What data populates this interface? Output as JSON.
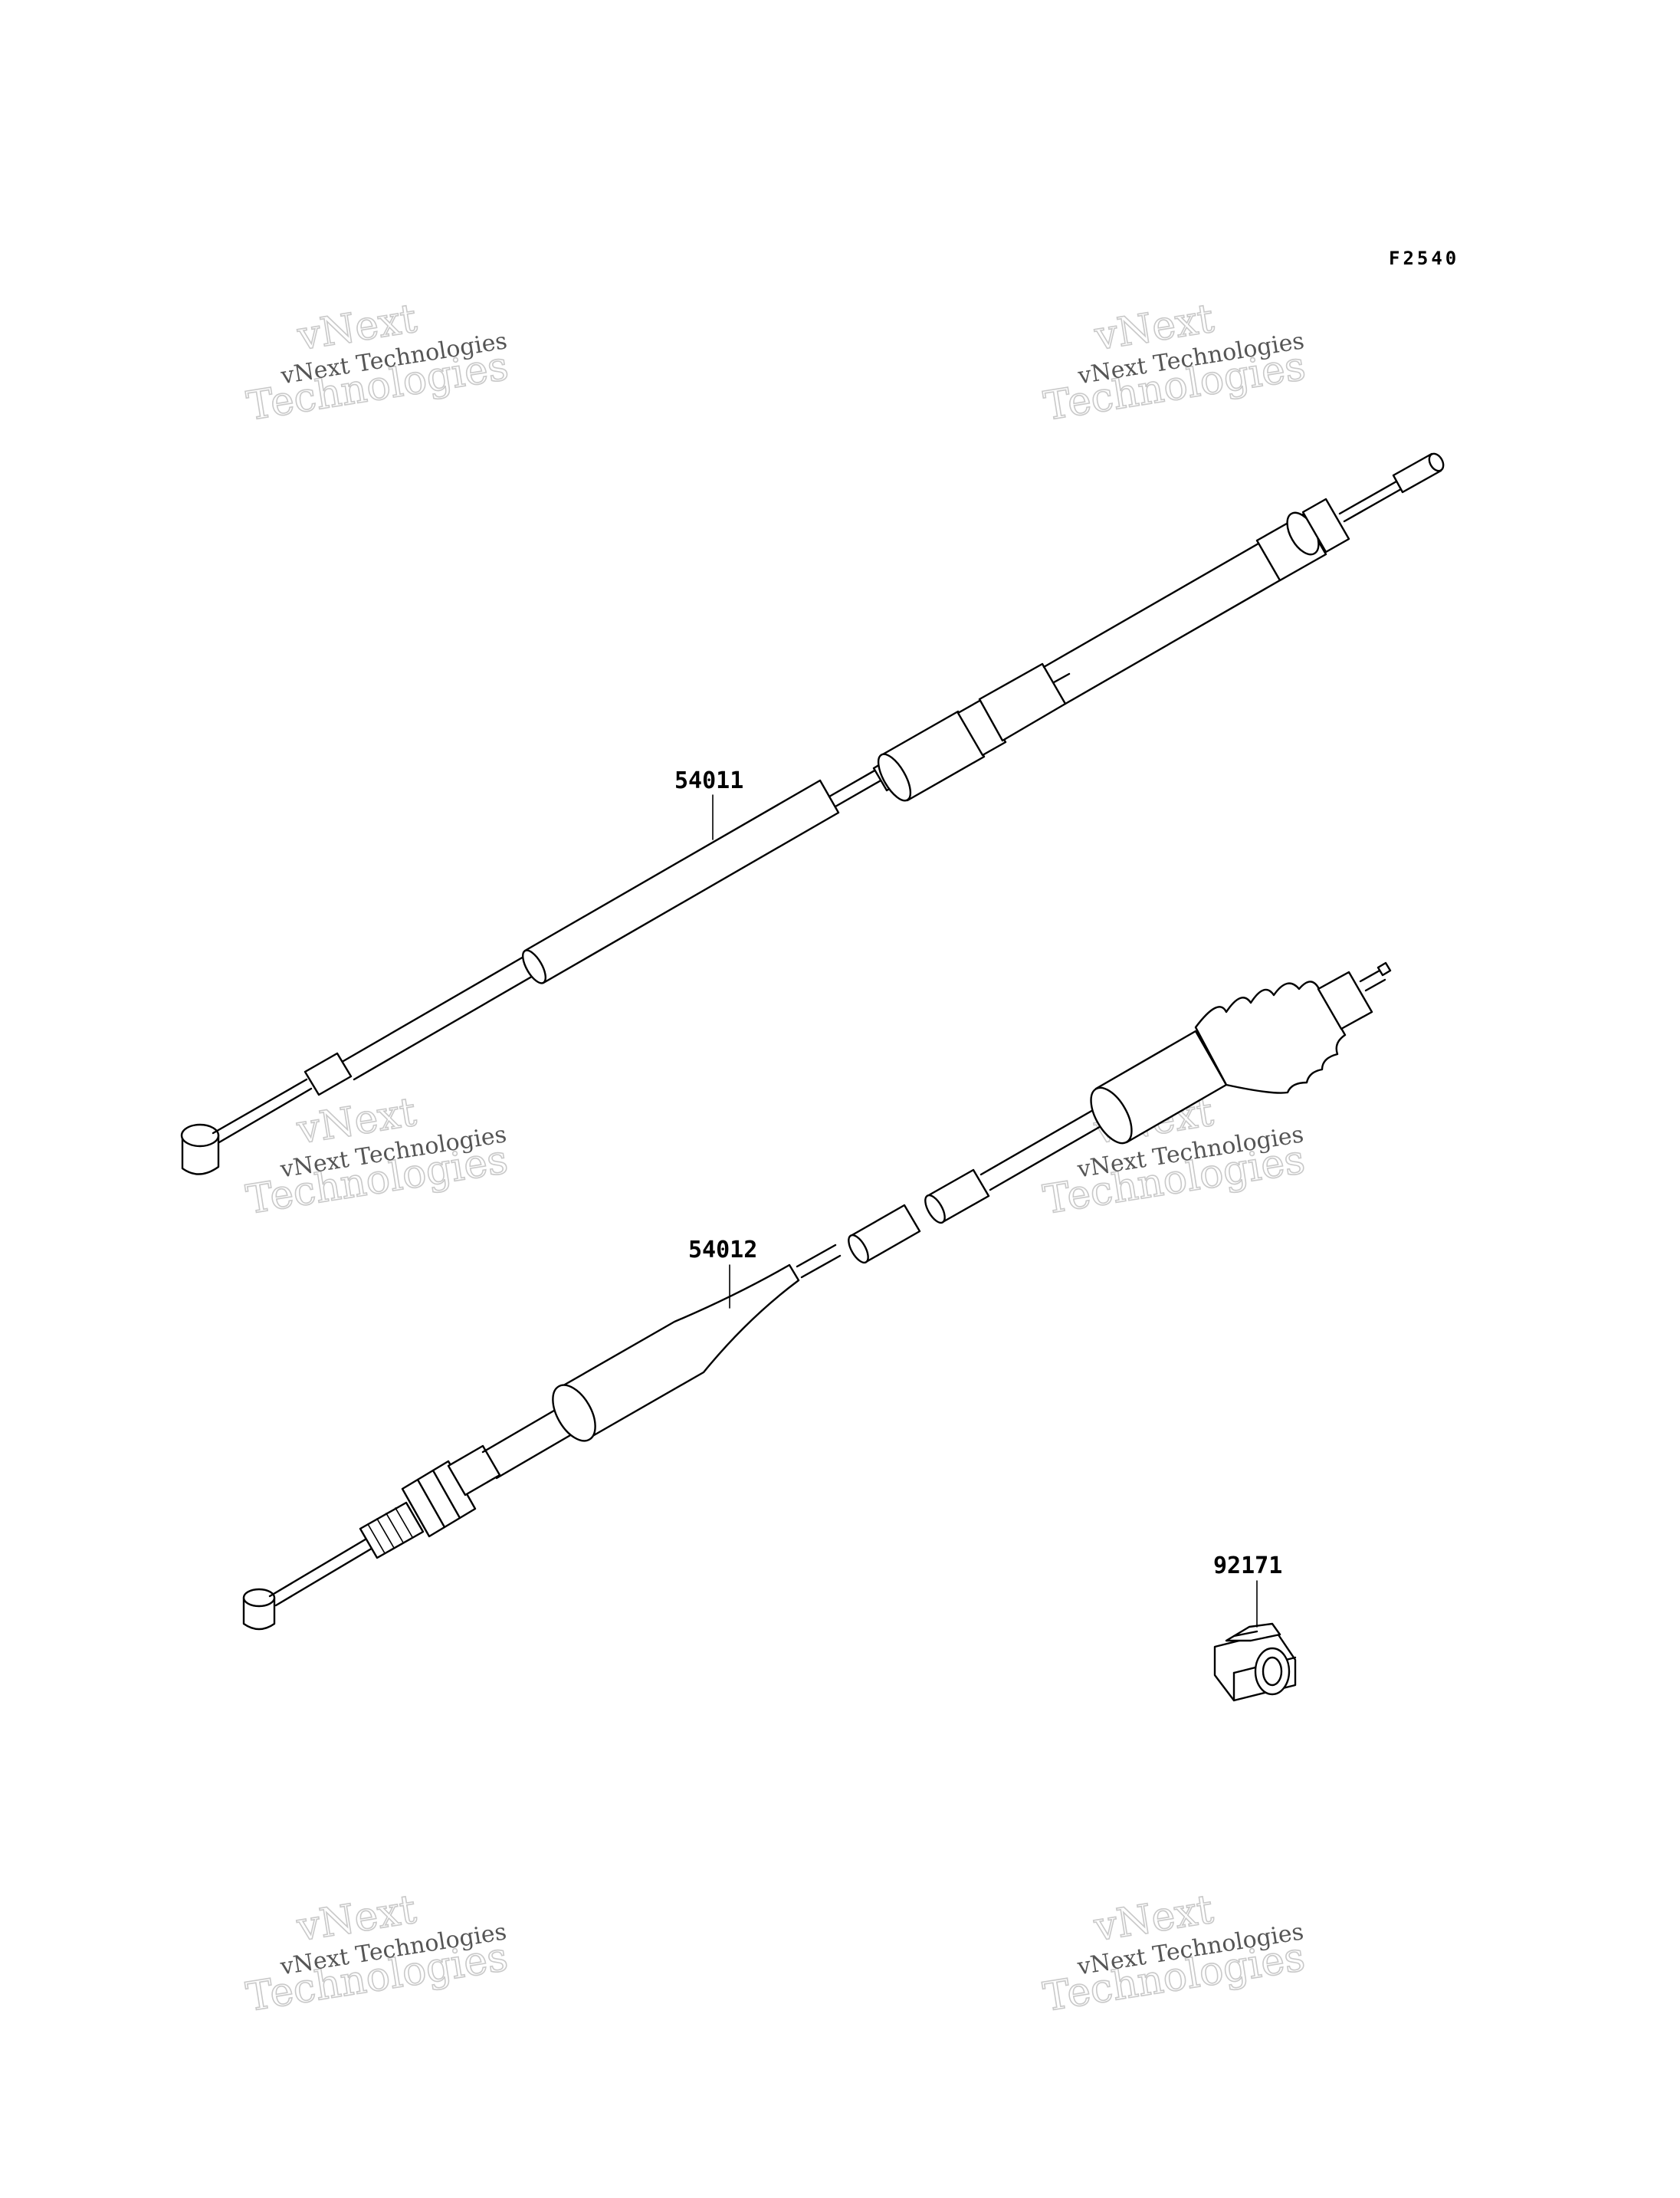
{
  "figure_code": "F2540",
  "parts": [
    {
      "id": "cable-54011",
      "number": "54011"
    },
    {
      "id": "cable-54012",
      "number": "54012"
    },
    {
      "id": "clamp-92171",
      "number": "92171"
    }
  ],
  "watermark": {
    "line_small": "vNext Technologies",
    "line_big_1": "vNext",
    "line_big_2": "Technologies"
  }
}
